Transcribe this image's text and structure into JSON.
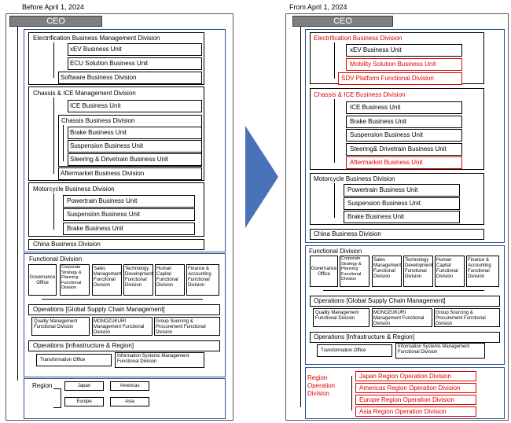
{
  "before": {
    "heading": "Before April 1, 2024",
    "ceo": "CEO",
    "electrification": {
      "title": "Electrification Business Management Division",
      "units": [
        "xEV Business Unit",
        "ECU Solution Business Unit"
      ],
      "software": "Software Business Division"
    },
    "chassis": {
      "title": "Chassis & ICE Management Division",
      "ice": "ICE Business Unit",
      "chassis_division": "Chassis Business Division",
      "units": [
        "Brake Business Unit",
        "Suspension Business Unit",
        "Steering & Drivetrain Business Unit"
      ],
      "aftermarket": "Aftermarket Business Division"
    },
    "motorcycle": {
      "title": "Motorcycle Business Division",
      "units": [
        "Powertrain Business Unit",
        "Suspension Business Unit",
        "Brake Business Unit"
      ]
    },
    "china": "China Business Division",
    "functional": {
      "title": "Functional Division",
      "items": [
        "Governance Office",
        "Corporate Strategy & Planning Functional Division",
        "Sales Management Functional Division",
        "Technology Development Functional Division",
        "Human Capital Functional Division",
        "Finance & Accounting Functional Division"
      ]
    },
    "gscm": {
      "title": "Operations [Global Supply Chain Management]",
      "items": [
        "Quality Management Functional Division",
        "MONOZUKURI Management Functional Division",
        "Group Sourcing & Procurement Functional Division"
      ]
    },
    "infra": {
      "title": "Operations [Infrastructure & Region]",
      "items": [
        "Transformation Office",
        "Information Systems Management Functional Division"
      ]
    },
    "region": {
      "title": "Region",
      "items": [
        "Japan",
        "Americas",
        "Europe",
        "Asia"
      ]
    }
  },
  "after": {
    "heading": "From April 1, 2024",
    "ceo": "CEO",
    "electrification": {
      "title": "Electrification Business Division",
      "units": [
        "xEV Business Unit",
        "Mobility Solution Business Unit"
      ],
      "sdv": "SDV Platform Functional Division"
    },
    "chassis": {
      "title": "Chassis & ICE Business Division",
      "units": [
        "ICE Business Unit",
        "Brake Business Unit",
        "Suspension Business Unit",
        "Steering& Drivetrain Business Unit",
        "Aftermarket Business Unit"
      ]
    },
    "motorcycle": {
      "title": "Motorcycle Business Division",
      "units": [
        "Powertrain Business Unit",
        "Suspension Business Unit",
        "Brake Business Unit"
      ]
    },
    "china": "China Business Division",
    "functional": {
      "title": "Functional Division",
      "items": [
        "Governance Office",
        "Corporate Strategy & Planning Functional Division",
        "Sales Management Functional Division",
        "Technology Development Functional Division",
        "Human Capital Functional Division",
        "Finance & Accounting Functional Division"
      ]
    },
    "gscm": {
      "title": "Operations [Global Supply Chain Management]",
      "items": [
        "Quality Management Functional Division",
        "MONOZUKURI Management Functional Division",
        "Group Sourcing & Procurement Functional Division"
      ]
    },
    "infra": {
      "title": "Operations [Infrastructure & Region]",
      "items": [
        "Transformation Office",
        "Information Systems Management Functional Division"
      ]
    },
    "region": {
      "title": "Region Operation Division",
      "items": [
        "Japan Region Operation Division",
        "Americas Region Operation Division",
        "Europe Region Operation Division",
        "Asia Region Operation Division"
      ]
    }
  },
  "colors": {
    "frame_blue": "#2e4f8a",
    "arrow_blue": "#4a72b8",
    "highlight_red": "#e00000",
    "ceo_gray": "#7f7f7f"
  }
}
